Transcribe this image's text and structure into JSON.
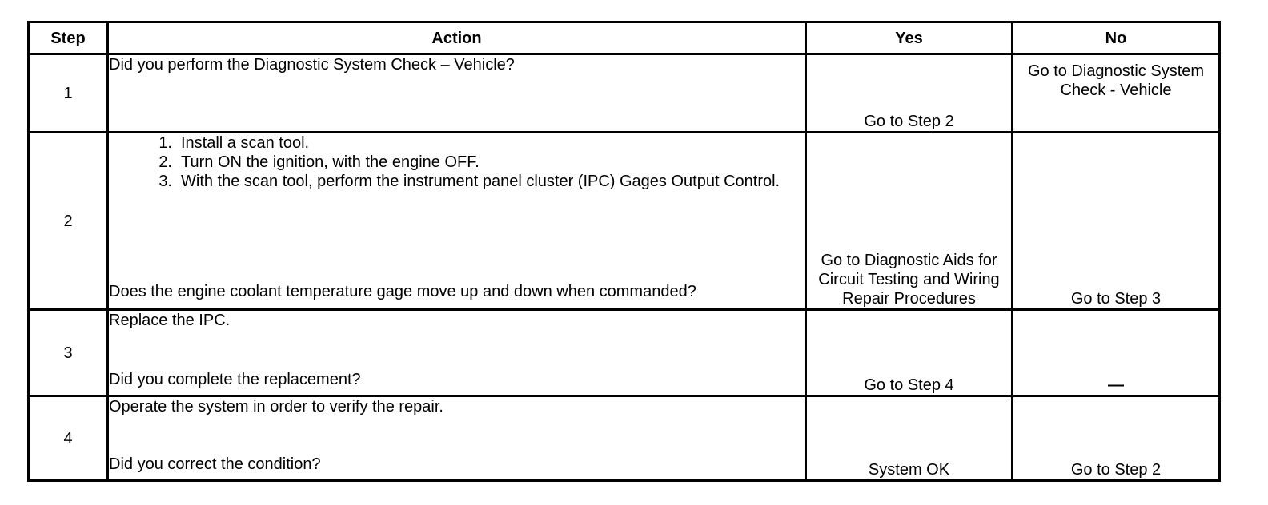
{
  "headers": {
    "step": "Step",
    "action": "Action",
    "yes": "Yes",
    "no": "No"
  },
  "rows": [
    {
      "step": "1",
      "question": "Did you perform the Diagnostic System Check – Vehicle?",
      "yes": "Go to Step 2",
      "no": "Go to Diagnostic System Check - Vehicle"
    },
    {
      "step": "2",
      "instructions": [
        {
          "num": "1.",
          "text": "Install a scan tool."
        },
        {
          "num": "2.",
          "text": "Turn ON the ignition, with the engine OFF."
        },
        {
          "num": "3.",
          "text": "With the scan tool, perform the instrument panel cluster (IPC) Gages Output Control."
        }
      ],
      "question": "Does the engine coolant temperature gage move up and down when commanded?",
      "yes": "Go to Diagnostic Aids for Circuit Testing and Wiring Repair Procedures",
      "no": "Go to Step 3"
    },
    {
      "step": "3",
      "instruction": "Replace the IPC.",
      "question": "Did you complete the replacement?",
      "yes": "Go to Step 4",
      "no": "—"
    },
    {
      "step": "4",
      "instruction": "Operate the system in order to verify the repair.",
      "question": "Did you correct the condition?",
      "yes": "System OK",
      "no": "Go to Step 2"
    }
  ]
}
